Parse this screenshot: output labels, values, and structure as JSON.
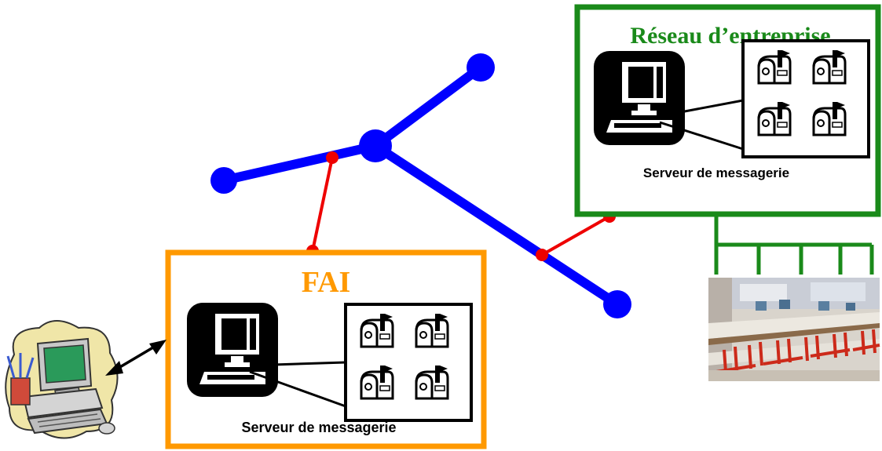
{
  "isp": {
    "title": "FAI",
    "server_label": "Serveur de messagerie",
    "color": "#ff9900"
  },
  "enterprise": {
    "title": "Réseau d’entreprise",
    "server_label": "Serveur de messagerie",
    "color": "#1a8a1a"
  },
  "colors": {
    "backbone": "#0000ff",
    "link": "#ee0000"
  },
  "icons": {
    "client": "desktop-computer-clipart-icon",
    "server": "server-computer-icon",
    "mailbox": "mailbox-icon",
    "office": "computer-classroom-photo"
  }
}
